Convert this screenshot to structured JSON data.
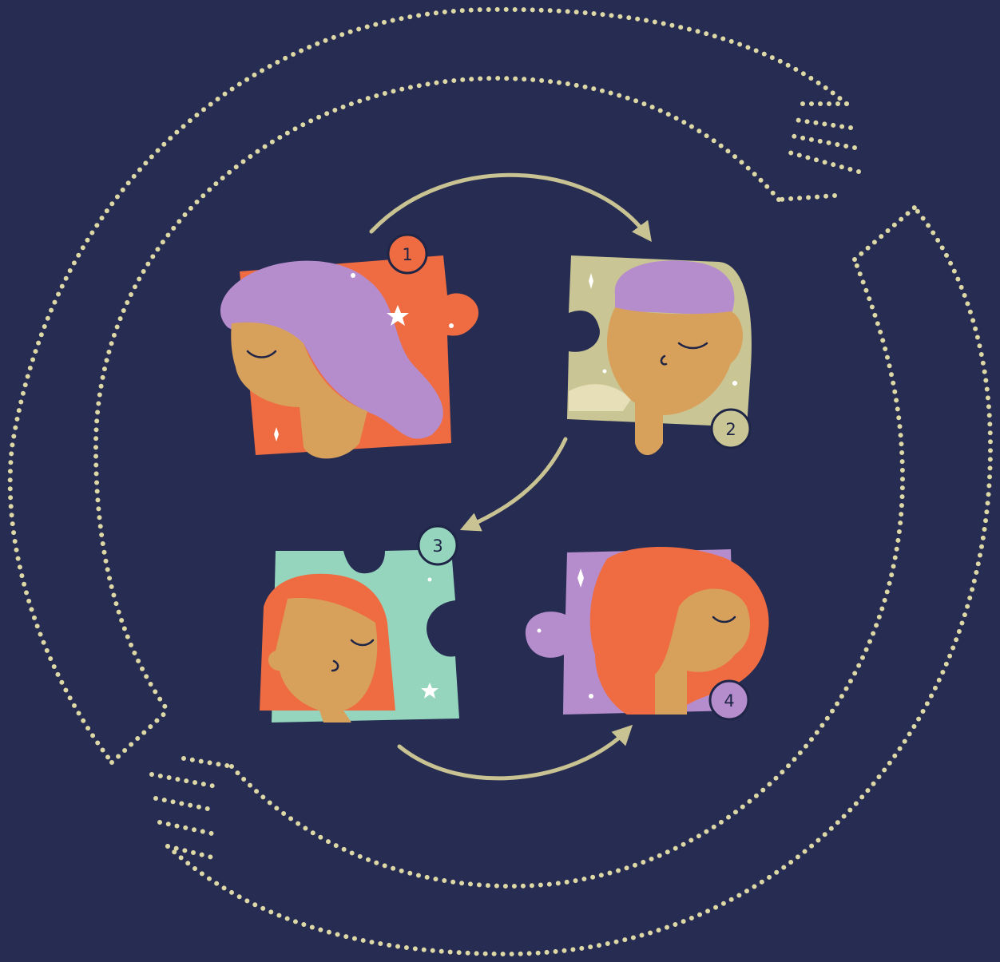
{
  "colors": {
    "background": "#272d52",
    "dotted_outline": "#ddd8a6",
    "arrow": "#c9c394",
    "orange": "#ef6c42",
    "purple": "#b58ccc",
    "sage": "#c9c594",
    "mint": "#95d5bd",
    "skin": "#d7a15b",
    "ink": "#1f2547"
  },
  "puzzle_pieces": [
    {
      "number": "1",
      "color": "orange",
      "hair": "purple"
    },
    {
      "number": "2",
      "color": "sage",
      "hair": "purple"
    },
    {
      "number": "3",
      "color": "mint",
      "hair": "orange"
    },
    {
      "number": "4",
      "color": "purple",
      "hair": "orange"
    }
  ],
  "icons": [
    "dotted-hands-circle",
    "cycle-arrow",
    "sparkle-icon"
  ]
}
